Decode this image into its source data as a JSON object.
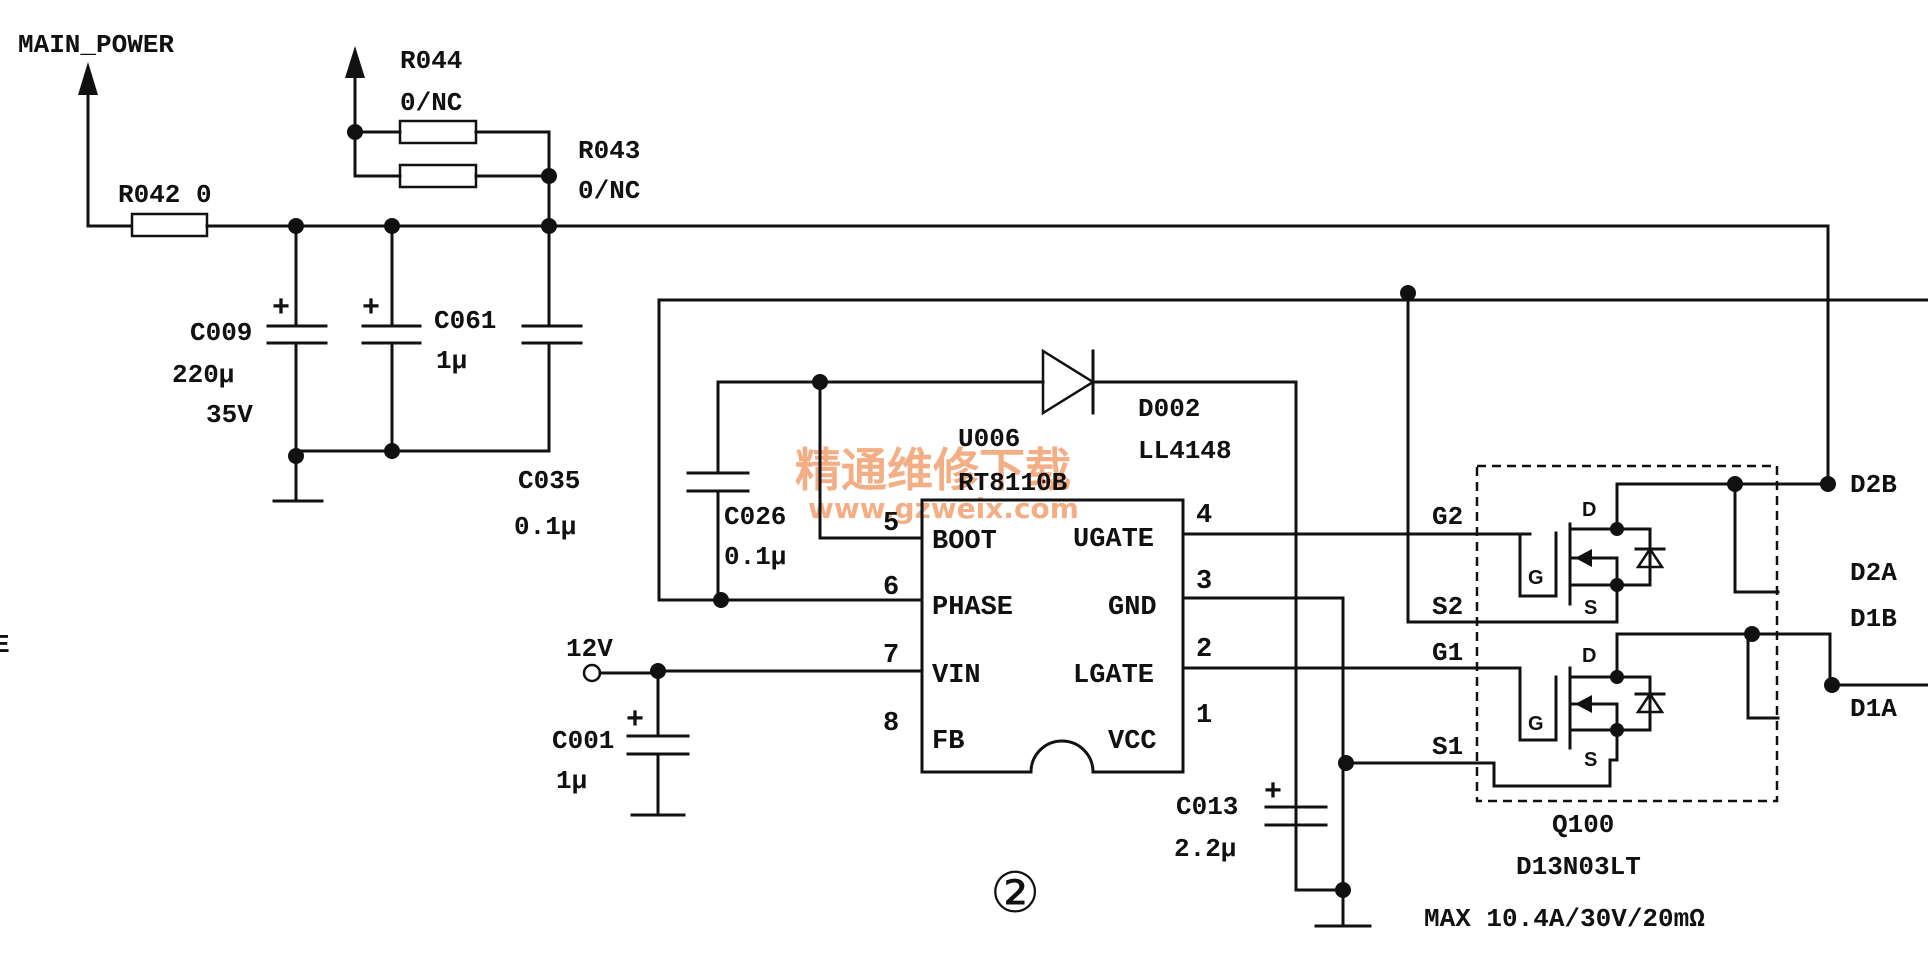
{
  "labels": {
    "main_power": "MAIN_POWER",
    "r044_ref": "R044",
    "r044_val": "0/NC",
    "r043_ref": "R043",
    "r043_val": "0/NC",
    "r042": "R042 0",
    "c009_ref": "C009",
    "c009_val": "220μ",
    "c009_volt": "35V",
    "c061_ref": "C061",
    "c061_val": "1μ",
    "c035_ref": "C035",
    "c035_val": "0.1μ",
    "u006_ref": "U006",
    "u006_part": "RT8110B",
    "d002_ref": "D002",
    "d002_part": "LL4148",
    "c026_ref": "C026",
    "c026_val": "0.1μ",
    "v12": "12V",
    "c001_ref": "C001",
    "c001_val": "1μ",
    "c013_ref": "C013",
    "c013_val": "2.2μ",
    "q100_ref": "Q100",
    "q100_part": "D13N03LT",
    "q100_spec": "MAX 10.4A/30V/20mΩ",
    "figure_number": "②",
    "stray_mark": "E"
  },
  "ic_pins": {
    "boot": "BOOT",
    "phase": "PHASE",
    "vin": "VIN",
    "fb": "FB",
    "ugate": "UGATE",
    "gnd": "GND",
    "lgate": "LGATE",
    "vcc": "VCC",
    "n5": "5",
    "n6": "6",
    "n7": "7",
    "n8": "8",
    "n4": "4",
    "n3": "3",
    "n2": "2",
    "n1": "1"
  },
  "mosfet_pins": {
    "g2": "G2",
    "s2": "S2",
    "g1": "G1",
    "s1": "S1",
    "d2b": "D2B",
    "d2a": "D2A",
    "d1b": "D1B",
    "d1a": "D1A",
    "d_top": "D",
    "g_top": "G",
    "s_top": "S",
    "d_bot": "D",
    "g_bot": "G",
    "s_bot": "S"
  },
  "watermark": {
    "text": "精通维修下载",
    "url": "www.gzweix.com"
  }
}
